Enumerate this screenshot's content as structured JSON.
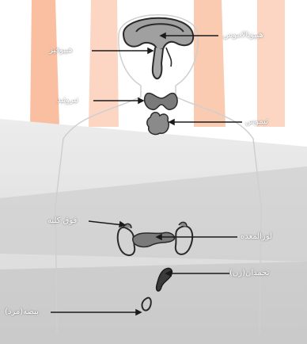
{
  "labels": {
    "hypothalamus": "هیپوتالاموس",
    "pituitary": "هیپوفیز",
    "thyroid": "تیروئید",
    "thymus": "تیموس",
    "adrenal": "فوق کلیه",
    "pancreas": "لوزالمعده",
    "ovary": "تخمدان(زن)",
    "testis": "بیضه(مرد)"
  },
  "colors": {
    "brand_orange": "#f26522",
    "band_gray": "#d9d9d9",
    "line": "#1a1a1a",
    "organ_fill": "#8a8a8a"
  }
}
